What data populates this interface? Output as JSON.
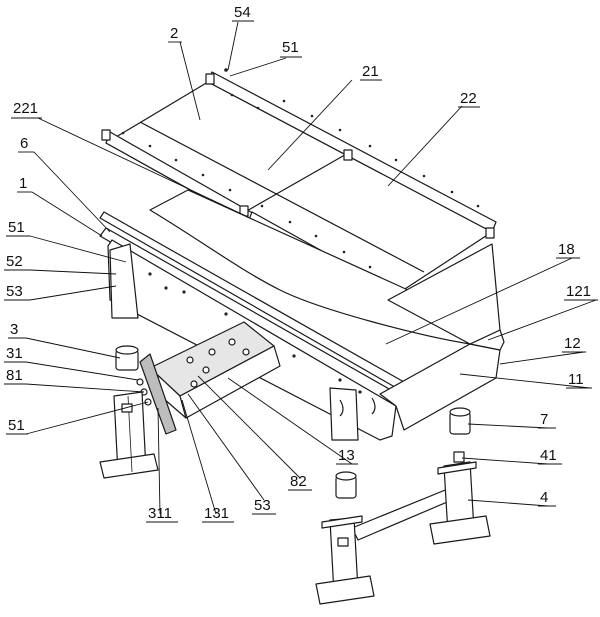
{
  "labels": {
    "l54": "54",
    "l51_top": "51",
    "l2": "2",
    "l21": "21",
    "l22": "22",
    "l221": "221",
    "l6": "6",
    "l1": "1",
    "l51_left": "51",
    "l52": "52",
    "l53_left": "53",
    "l18": "18",
    "l121": "121",
    "l12": "12",
    "l11": "11",
    "l3": "3",
    "l31": "31",
    "l81": "81",
    "l51_bottom": "51",
    "l7": "7",
    "l13": "13",
    "l41": "41",
    "l82": "82",
    "l4": "4",
    "l53_bottom": "53",
    "l311": "311",
    "l131": "131"
  }
}
